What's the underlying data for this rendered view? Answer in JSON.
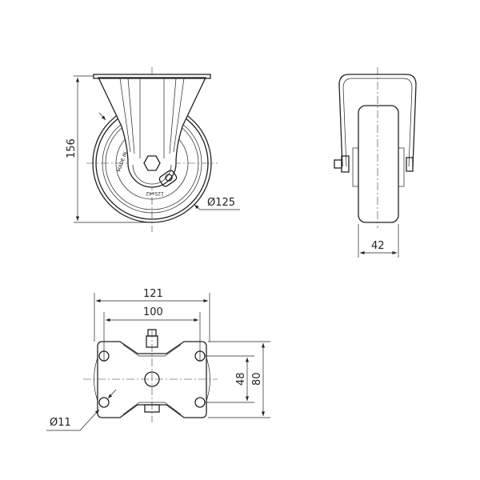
{
  "front_view": {
    "height_dim": "156",
    "diameter_dim": "Ø125",
    "marking_origin": "MADE IN",
    "marking_size": "125x42"
  },
  "side_view": {
    "width_dim": "42"
  },
  "plan_view": {
    "plate_length_dim": "121",
    "hole_spacing_length_dim": "100",
    "hole_spacing_width_dim": "48",
    "plate_width_dim": "80",
    "hole_diameter_dim": "Ø11"
  }
}
